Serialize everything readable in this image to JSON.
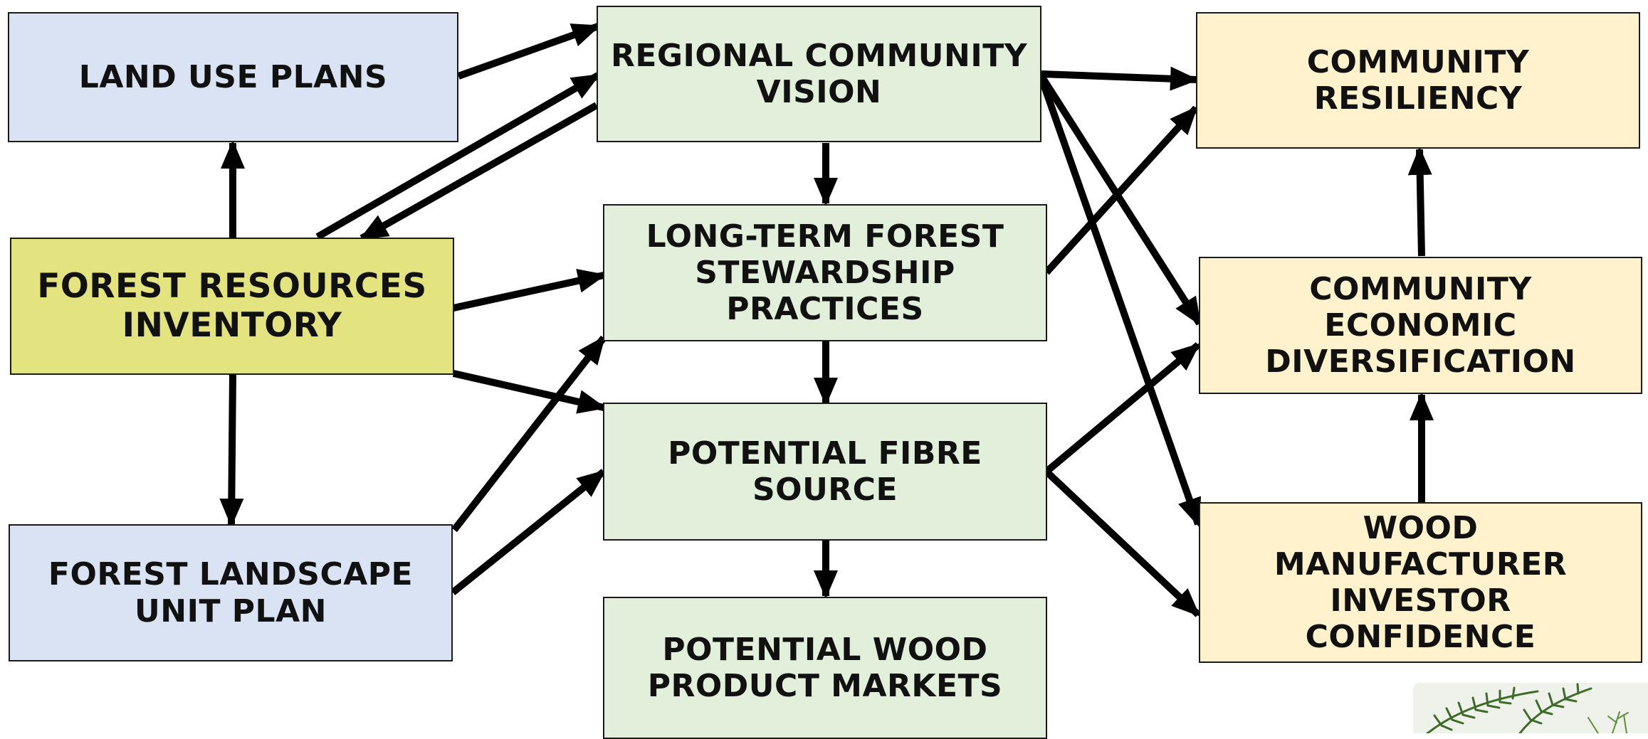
{
  "boxes": {
    "land_use_plans": "LAND USE PLANS",
    "regional_community_vision": "REGIONAL COMMUNITY\nVISION",
    "community_resiliency": "COMMUNITY\nRESILIENCY",
    "long_term_forest_stewardship": "LONG-TERM FOREST\nSTEWARDSHIP\nPRACTICES",
    "forest_resources_inventory": "FOREST RESOURCES\nINVENTORY",
    "community_economic_diversification": "COMMUNITY ECONOMIC\nDIVERSIFICATION",
    "potential_fibre_source": "POTENTIAL FIBRE\nSOURCE",
    "forest_landscape_unit_plan": "FOREST LANDSCAPE\nUNIT PLAN",
    "wood_manufacturer_investor_confidence": "WOOD\nMANUFACTURER\nINVESTOR\nCONFIDENCE",
    "potential_wood_product_markets": "POTENTIAL WOOD\nPRODUCT MARKETS"
  },
  "colors": {
    "blue_box": "#dae3f3",
    "green_box": "#e2efda",
    "yellow_box": "#fff2cc",
    "olive_box": "#e3e37f",
    "arrow": "#000000"
  },
  "connections": [
    {
      "from": "land_use_plans",
      "to": "regional_community_vision"
    },
    {
      "from": "forest_resources_inventory",
      "to": "regional_community_vision"
    },
    {
      "from": "regional_community_vision",
      "to": "forest_resources_inventory"
    },
    {
      "from": "forest_resources_inventory",
      "to": "land_use_plans"
    },
    {
      "from": "forest_resources_inventory",
      "to": "forest_landscape_unit_plan"
    },
    {
      "from": "forest_resources_inventory",
      "to": "long_term_forest_stewardship"
    },
    {
      "from": "forest_resources_inventory",
      "to": "potential_fibre_source"
    },
    {
      "from": "forest_landscape_unit_plan",
      "to": "long_term_forest_stewardship"
    },
    {
      "from": "forest_landscape_unit_plan",
      "to": "potential_fibre_source"
    },
    {
      "from": "regional_community_vision",
      "to": "long_term_forest_stewardship"
    },
    {
      "from": "long_term_forest_stewardship",
      "to": "potential_fibre_source"
    },
    {
      "from": "potential_fibre_source",
      "to": "potential_wood_product_markets"
    },
    {
      "from": "regional_community_vision",
      "to": "community_resiliency"
    },
    {
      "from": "regional_community_vision",
      "to": "community_economic_diversification"
    },
    {
      "from": "regional_community_vision",
      "to": "wood_manufacturer_investor_confidence"
    },
    {
      "from": "long_term_forest_stewardship",
      "to": "community_resiliency"
    },
    {
      "from": "potential_fibre_source",
      "to": "community_economic_diversification"
    },
    {
      "from": "potential_fibre_source",
      "to": "wood_manufacturer_investor_confidence"
    },
    {
      "from": "community_economic_diversification",
      "to": "community_resiliency"
    },
    {
      "from": "wood_manufacturer_investor_confidence",
      "to": "community_economic_diversification"
    }
  ],
  "decoration": {
    "image": "spruce-branch-photo"
  }
}
